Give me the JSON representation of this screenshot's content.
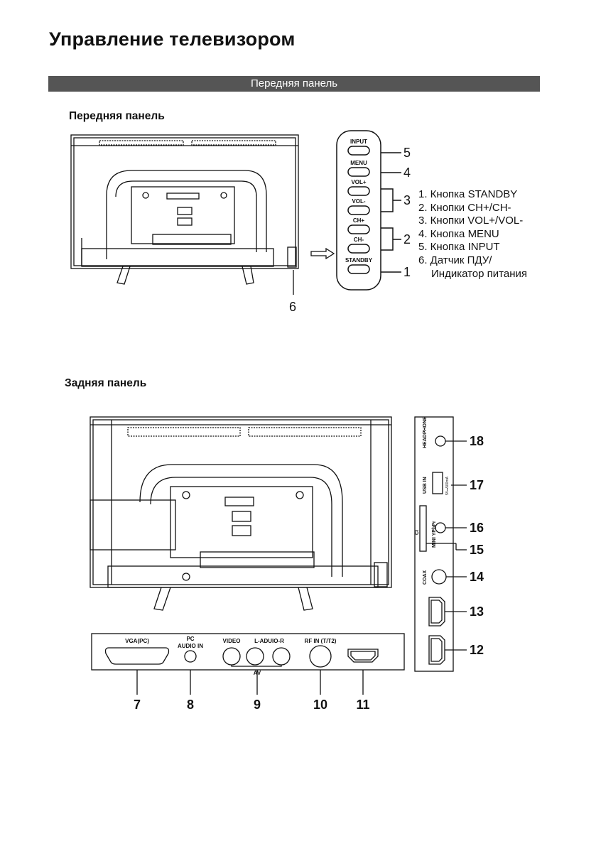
{
  "page": {
    "title": "Управление телевизором",
    "section_band": "Передняя панель",
    "front_heading": "Передняя панель",
    "rear_heading": "Задняя панель"
  },
  "front_panel": {
    "button_labels": [
      "INPUT",
      "MENU",
      "VOL+",
      "VOL-",
      "CH+",
      "CH-",
      "STANDBY"
    ],
    "callouts": {
      "input": "5",
      "menu": "4",
      "vol": "3",
      "ch": "2",
      "standby": "1",
      "sensor": "6"
    },
    "legend": [
      "1. Кнопка STANDBY",
      "2. Кнопки CH+/CH-",
      "3. Кнопки VOL+/VOL-",
      "4. Кнопка MENU",
      "5. Кнопка INPUT",
      "6. Датчик ПДУ/",
      "Индикатор питания"
    ]
  },
  "rear_bottom_panel": {
    "labels": {
      "vga": "VGA(PC)",
      "pc_audio_1": "PC",
      "pc_audio_2": "AUDIO IN",
      "video": "VIDEO",
      "audio_lr": "L-ADUIO-R",
      "av": "AV",
      "rf": "RF IN (T/T2)"
    },
    "callouts": [
      "7",
      "8",
      "9",
      "10",
      "11"
    ]
  },
  "rear_side_panel": {
    "labels": {
      "headphone": "HEADPHONE",
      "usb": "USB IN",
      "usb_rating": "5V⎓500mA",
      "ci": "CI",
      "mini_ypbpr": "MINI YPbPr",
      "coax": "COAX"
    },
    "callouts": [
      "18",
      "17",
      "16",
      "15",
      "14",
      "13",
      "12"
    ]
  },
  "colors": {
    "band": "#555555",
    "line": "#111111",
    "paper": "#ffffff"
  },
  "icons": [
    "arrow-right-icon"
  ]
}
